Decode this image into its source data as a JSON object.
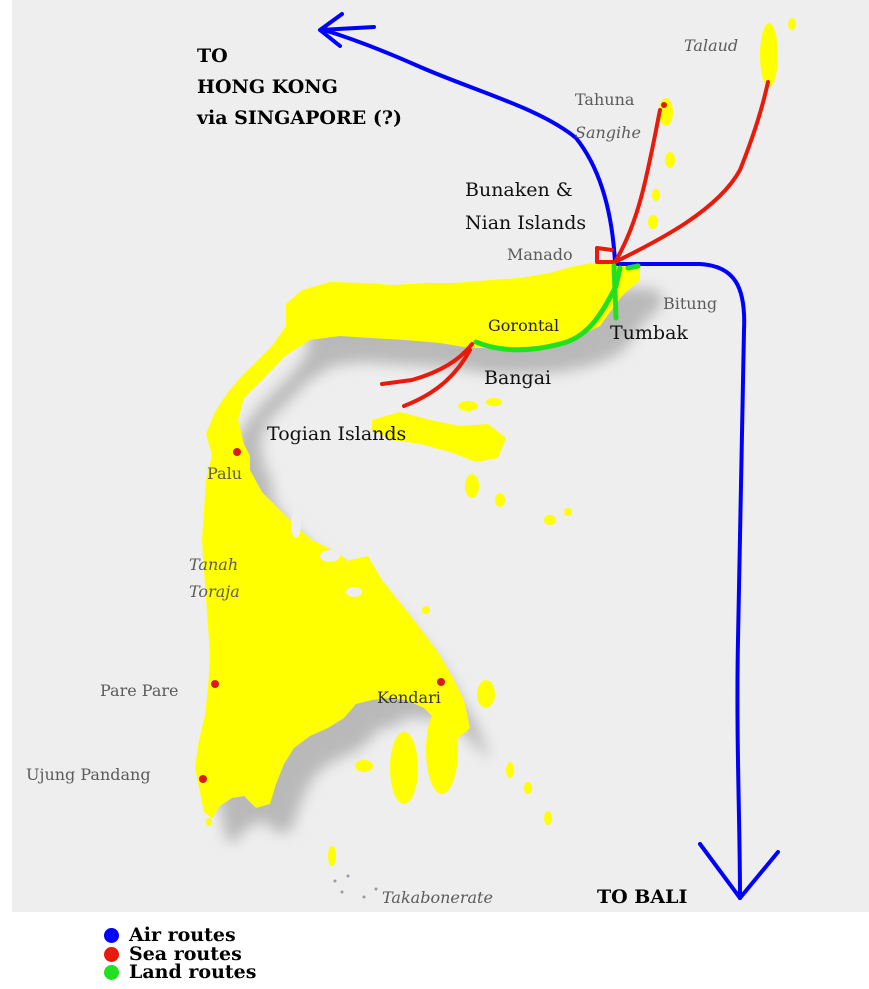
{
  "map": {
    "colors": {
      "background": "#eeeeee",
      "land": "#ffff00",
      "shadow": "#b9b9b9",
      "town_marker": "#d81c1c",
      "air_route": "#0000ff",
      "sea_route": "#e81a0c",
      "land_route": "#22e01f"
    },
    "destinations": {
      "north_line1": "TO",
      "north_line2": "HONG KONG",
      "north_line3": "via SINGAPORE (?)",
      "south": "TO BALI"
    },
    "places": {
      "talaud": "Talaud",
      "tahuna": "Tahuna",
      "sangihe": "Sangihe",
      "bunaken_line1": "Bunaken &",
      "bunaken_line2": "Nian Islands",
      "manado": "Manado",
      "bitung": "Bitung",
      "gorontalo": "Gorontal",
      "tumbak": "Tumbak",
      "bangai": "Bangai",
      "togian": "Togian Islands",
      "palu": "Palu",
      "tanah_line1": "Tanah",
      "tanah_line2": "Toraja",
      "pare_pare": "Pare Pare",
      "kendari": "Kendari",
      "ujung_pandang": "Ujung Pandang",
      "takabonerate": "Takabonerate"
    }
  },
  "legend": {
    "items": [
      {
        "label": "Air routes",
        "color": "#0000ff"
      },
      {
        "label": "Sea routes",
        "color": "#e81a0c"
      },
      {
        "label": "Land routes",
        "color": "#22e01f"
      }
    ]
  }
}
